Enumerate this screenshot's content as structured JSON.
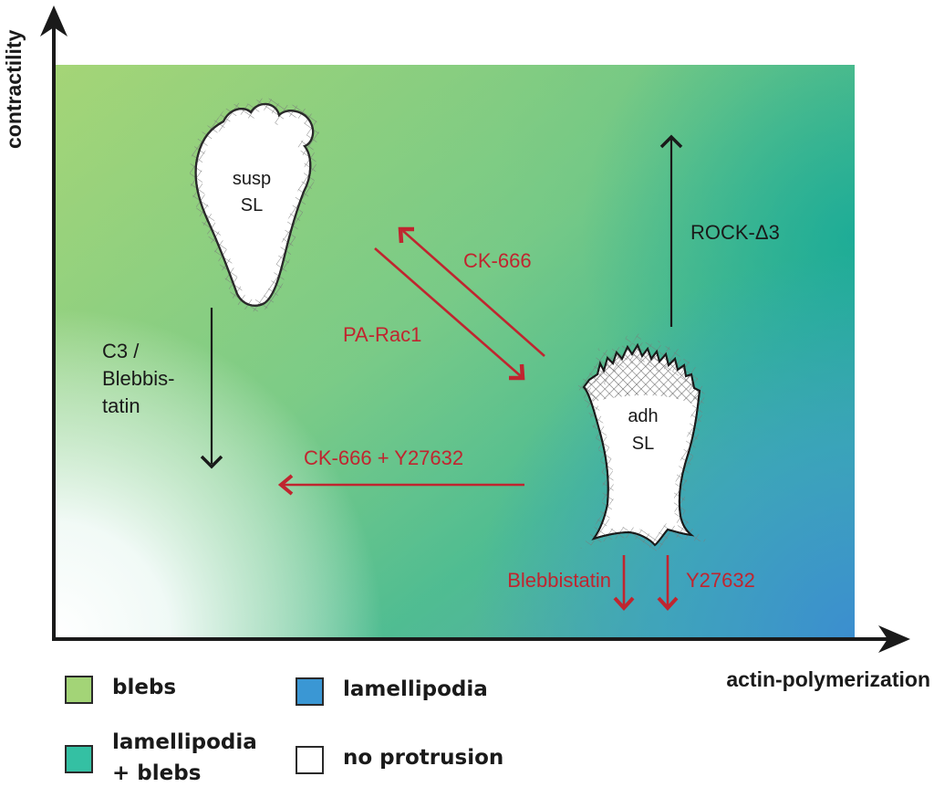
{
  "axes": {
    "y_label": "contractility",
    "x_label": "actin-polymerization"
  },
  "cells": [
    {
      "id": "susp",
      "line1": "susp",
      "line2": "SL"
    },
    {
      "id": "adh",
      "line1": "adh",
      "line2": "SL"
    }
  ],
  "treatments": {
    "c3_blebbistatin": {
      "lines": [
        "C3 /",
        "Blebbis-",
        "tatin"
      ],
      "color": "#222222"
    },
    "rock_d3": {
      "label": "ROCK-Δ3",
      "color": "#222222"
    },
    "ck666": {
      "label": "CK-666",
      "color": "#c0252f"
    },
    "pa_rac1": {
      "label": "PA-Rac1",
      "color": "#c0252f"
    },
    "ck666_y27632": {
      "label": "CK-666 + Y27632",
      "color": "#c0252f"
    },
    "blebbistatin": {
      "label": "Blebbistatin",
      "color": "#c0252f"
    },
    "y27632": {
      "label": "Y27632",
      "color": "#c0252f"
    }
  },
  "legend": [
    {
      "label": "blebs",
      "color": "#a3d477"
    },
    {
      "label": "lamellipodia",
      "color": "#3a97d4"
    },
    {
      "label": "lamellipodia\n+ blebs",
      "color": "#34c0a3"
    },
    {
      "label": "no protrusion",
      "color": "#ffffff"
    }
  ],
  "colors": {
    "blebs": "#a3d477",
    "mixed": "#34c0a3",
    "lamellipodia": "#3a97d4",
    "none": "#ffffff",
    "inhibitor_red": "#c0252f",
    "axis": "#1a1a1a"
  }
}
